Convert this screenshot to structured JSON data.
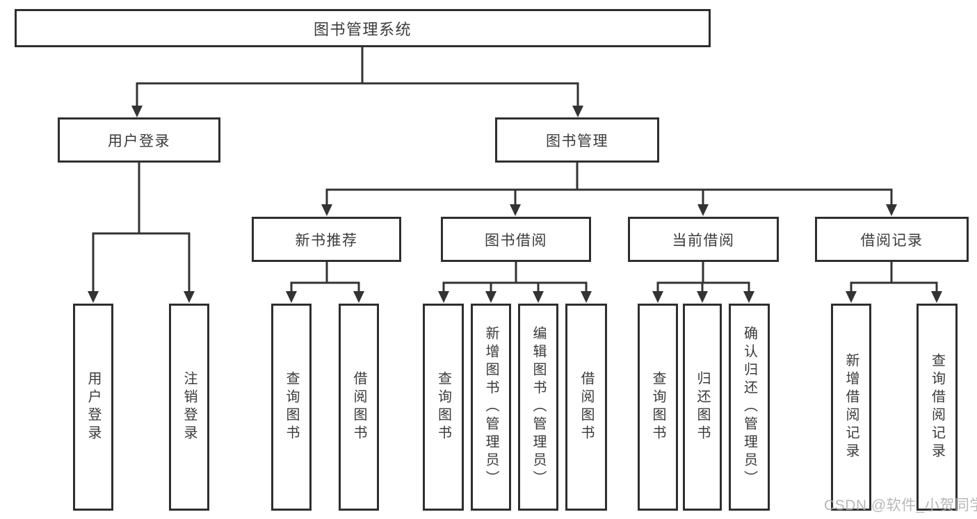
{
  "diagram": {
    "title_node": "图书管理系统",
    "level2": [
      {
        "label": "用户登录"
      },
      {
        "label": "图书管理"
      }
    ],
    "level3": [
      {
        "label": "新书推荐"
      },
      {
        "label": "图书借阅"
      },
      {
        "label": "当前借阅"
      },
      {
        "label": "借阅记录"
      }
    ],
    "leaves": [
      {
        "label": "用户登录",
        "parent": "用户登录"
      },
      {
        "label": "注销登录",
        "parent": "用户登录"
      },
      {
        "label": "查询图书",
        "parent": "新书推荐"
      },
      {
        "label": "借阅图书",
        "parent": "新书推荐"
      },
      {
        "label": "查询图书",
        "parent": "图书借阅"
      },
      {
        "label": "新增图书（管理员）",
        "parent": "图书借阅"
      },
      {
        "label": "编辑图书（管理员）",
        "parent": "图书借阅"
      },
      {
        "label": "借阅图书",
        "parent": "图书借阅"
      },
      {
        "label": "查询图书",
        "parent": "当前借阅"
      },
      {
        "label": "归还图书",
        "parent": "当前借阅"
      },
      {
        "label": "确认归还（管理员）",
        "parent": "当前借阅"
      },
      {
        "label": "新增借阅记录",
        "parent": "借阅记录"
      },
      {
        "label": "查询借阅记录",
        "parent": "借阅记录"
      }
    ],
    "colors": {
      "line": "#333333",
      "box_border": "#2e2e2e",
      "text": "#3a3a3a",
      "background": "#ffffff",
      "watermark": "#aeaeae"
    }
  },
  "watermark": {
    "text": "CSDN @软件_小贺同学"
  }
}
